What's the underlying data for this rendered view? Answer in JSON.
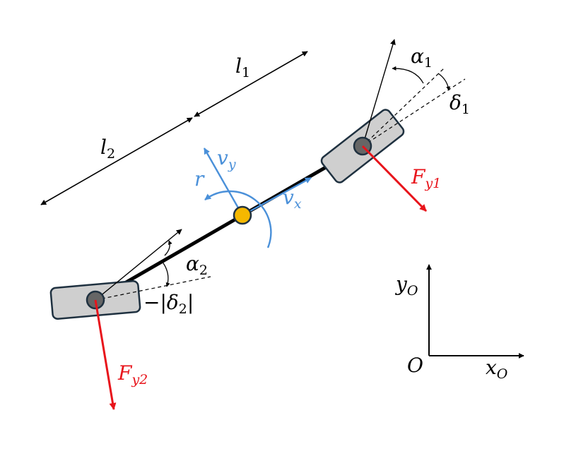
{
  "colors": {
    "body": "#000000",
    "velocity": "#4a90d9",
    "force": "#e8141b",
    "cg": "#f5b800",
    "wheel_fill": "#cfcfcf",
    "wheel_stroke": "#1f3140",
    "hub": "#666666"
  },
  "labels": {
    "l1": {
      "main": "l",
      "sub": "1"
    },
    "l2": {
      "main": "l",
      "sub": "2"
    },
    "alpha1": {
      "main": "α",
      "sub": "1"
    },
    "delta1": {
      "main": "δ",
      "sub": "1"
    },
    "alpha2": {
      "main": "α",
      "sub": "2"
    },
    "delta2": {
      "pre": "−|",
      "main": "δ",
      "sub": "2",
      "post": "|"
    },
    "fy1": {
      "main": "F",
      "sub": "y1"
    },
    "fy2": {
      "main": "F",
      "sub": "y2"
    },
    "vx": {
      "main": "v",
      "sub": "x"
    },
    "vy": {
      "main": "v",
      "sub": "y"
    },
    "r": {
      "main": "r"
    },
    "origin": {
      "main": "O"
    },
    "xo": {
      "main": "x",
      "sub": "O"
    },
    "yo": {
      "main": "y",
      "sub": "O"
    }
  }
}
